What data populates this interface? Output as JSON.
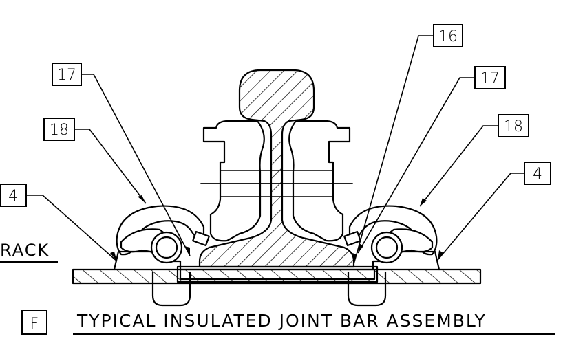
{
  "drawing": {
    "caption": "TYPICAL INSULATED JOINT BAR ASSEMBLY",
    "view_letter": "F",
    "cut_label": "RACK"
  },
  "callouts": [
    {
      "id": "callout-16",
      "label": "16"
    },
    {
      "id": "callout-17-left",
      "label": "17"
    },
    {
      "id": "callout-17-right",
      "label": "17"
    },
    {
      "id": "callout-18-left",
      "label": "18"
    },
    {
      "id": "callout-18-right",
      "label": "18"
    },
    {
      "id": "callout-4-left",
      "label": "4"
    },
    {
      "id": "callout-4-right",
      "label": "4"
    }
  ]
}
